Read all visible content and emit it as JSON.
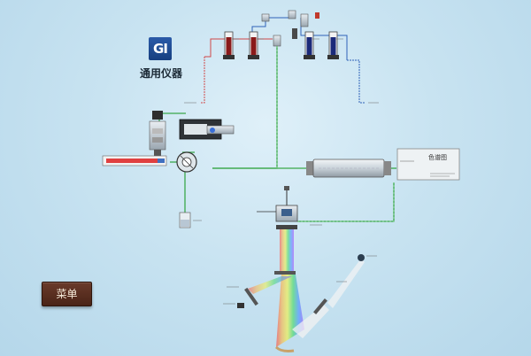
{
  "brand": {
    "logo_text": "GI",
    "name": "通用仪器"
  },
  "menu": {
    "label": "菜单"
  },
  "detector": {
    "label": "色谱图"
  },
  "colors": {
    "tube_green": "#3aa84a",
    "line_blue": "#2f62b8",
    "line_red": "#d04848",
    "menu_bg": "#5a2e1f"
  }
}
